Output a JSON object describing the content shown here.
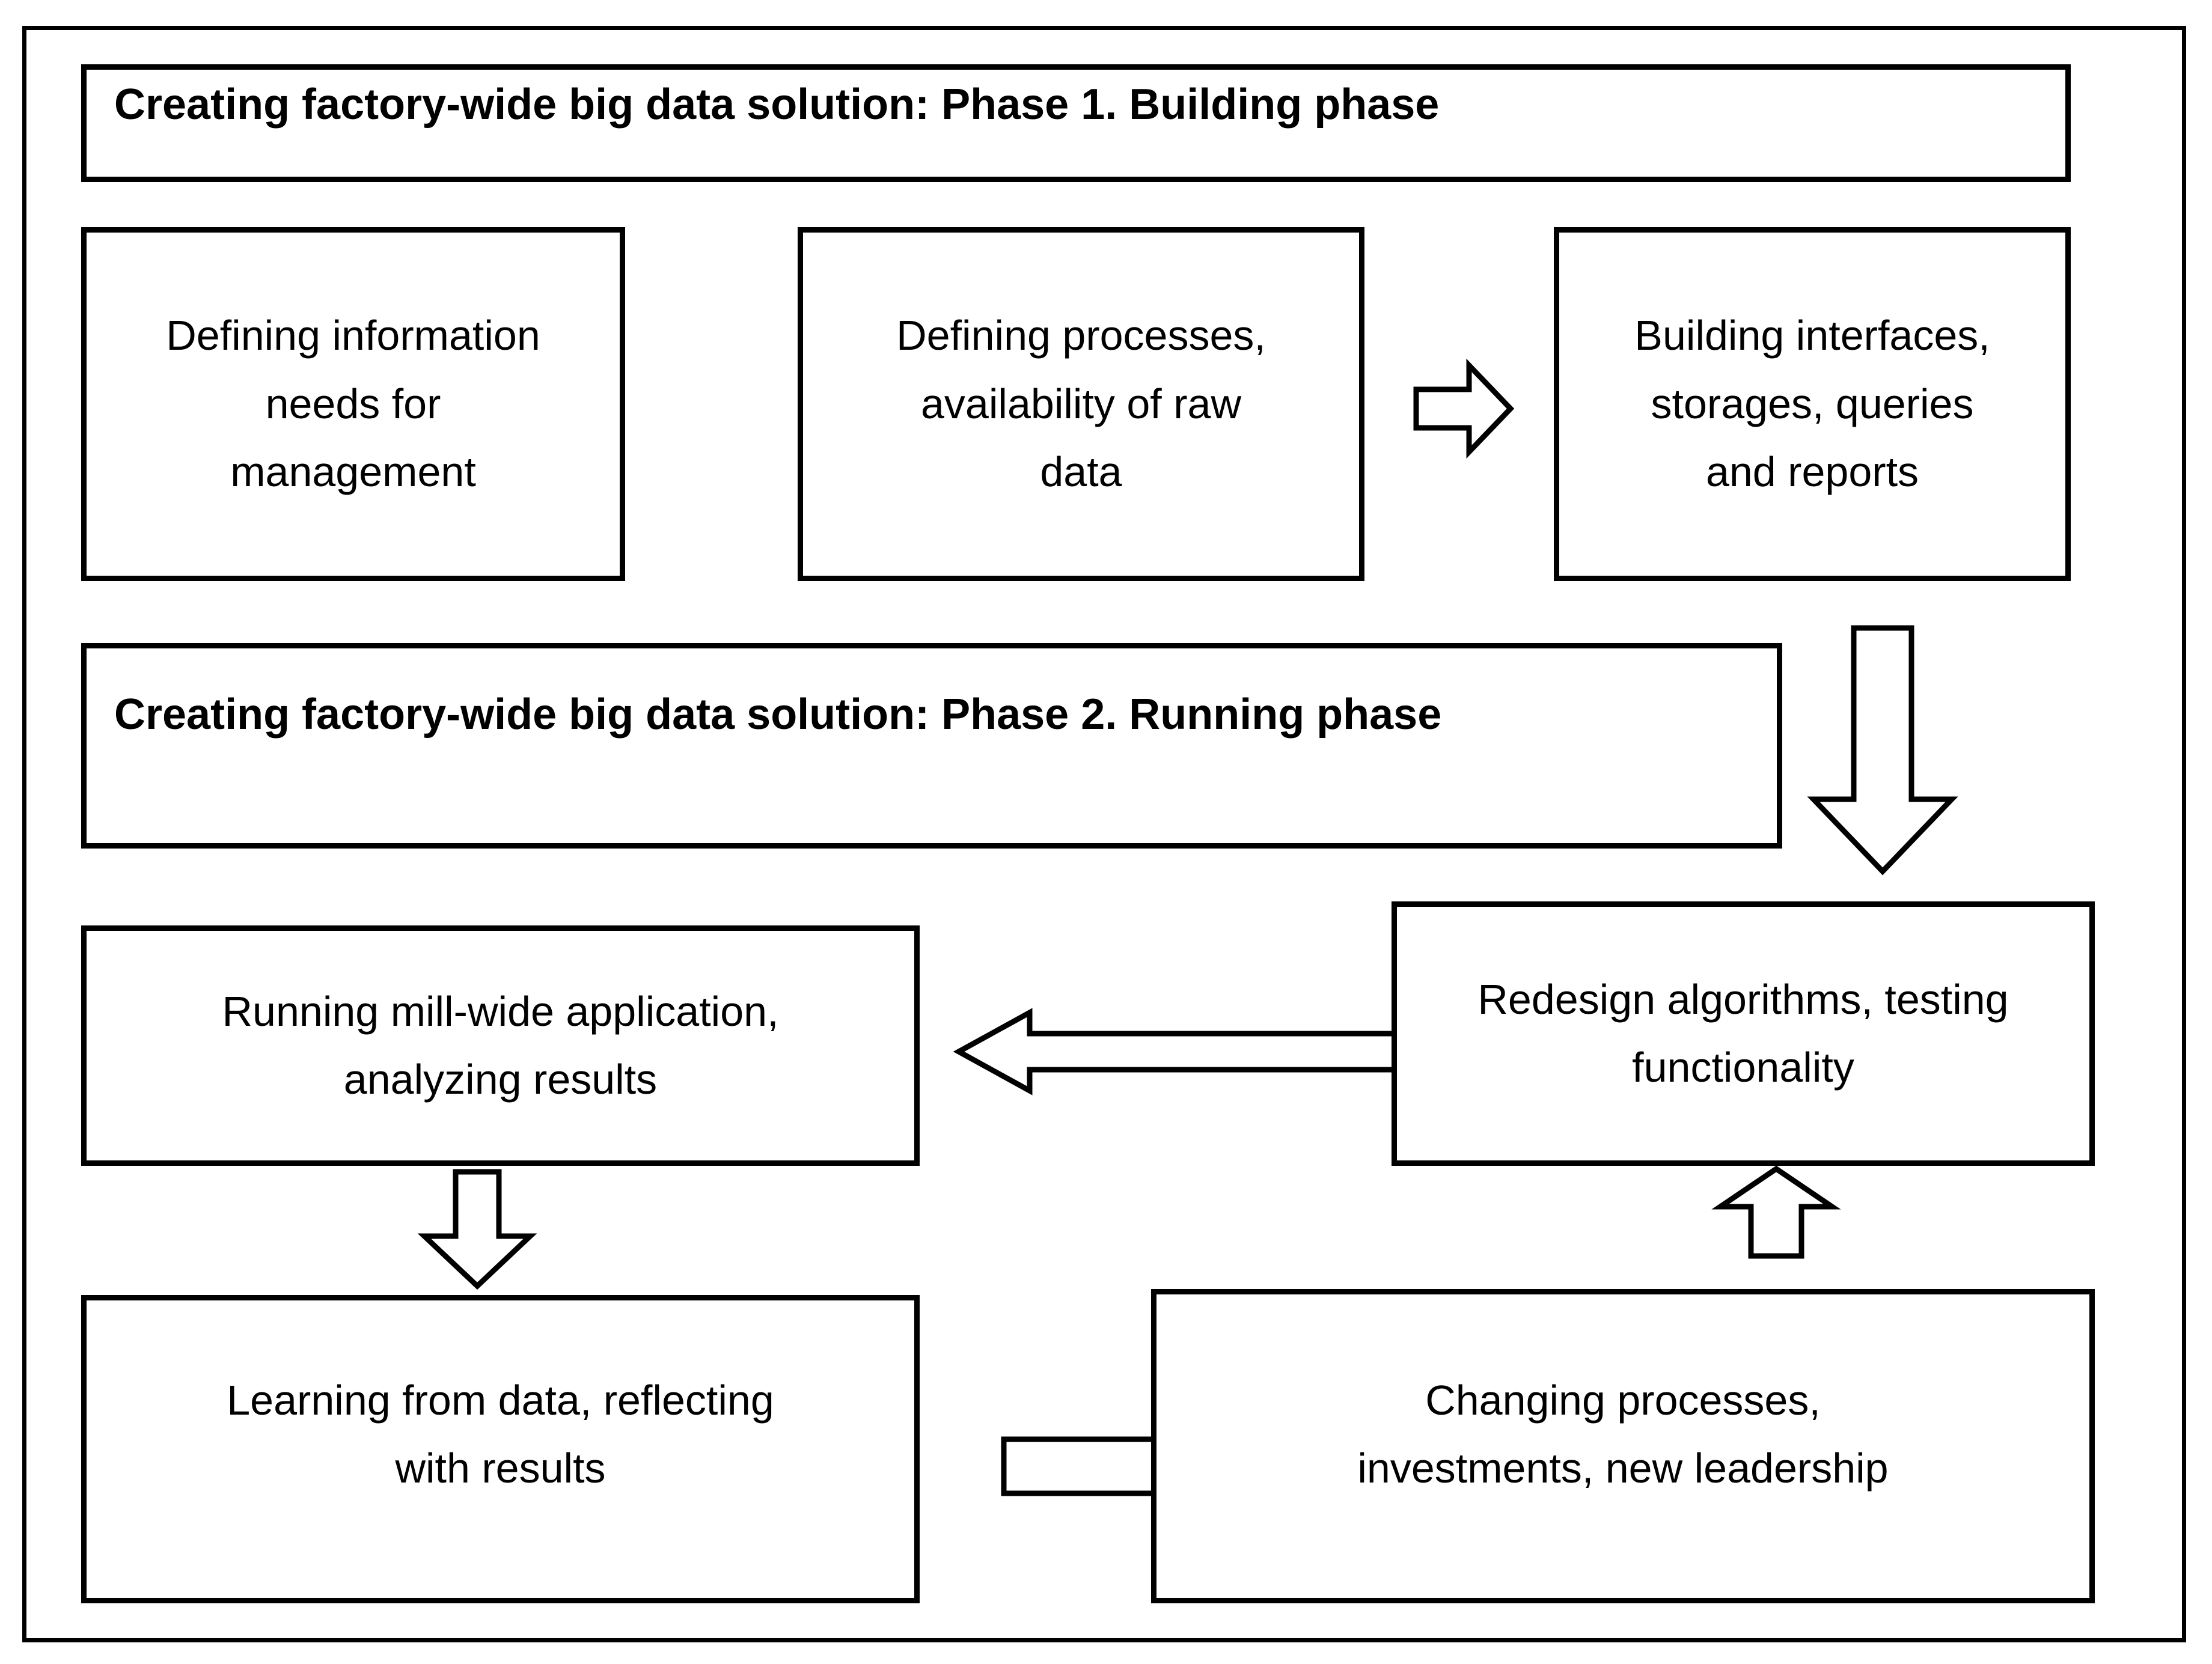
{
  "diagram": {
    "title_phase1": "Creating factory-wide big data solution: Phase 1. Building phase",
    "title_phase2": "Creating factory-wide big data solution: Phase 2. Running phase",
    "boxes": {
      "defining_needs": {
        "line1": "Defining information",
        "line2": "needs for",
        "line3": "management"
      },
      "defining_processes": {
        "line1": "Defining processes,",
        "line2": "availability of raw",
        "line3": "data"
      },
      "building_interfaces": {
        "line1": "Building interfaces,",
        "line2": "storages, queries",
        "line3": "and reports"
      },
      "running_application": {
        "line1": "Running mill-wide application,",
        "line2": "analyzing results"
      },
      "redesign_algorithms": {
        "line1": "Redesign algorithms, testing",
        "line2": "functionality"
      },
      "learning_from_data": {
        "line1": "Learning from data, reflecting",
        "line2": "with results"
      },
      "changing_processes": {
        "line1": "Changing processes,",
        "line2": "investments, new leadership"
      }
    },
    "arrows": {
      "processes_to_interfaces": "arrow-right-icon",
      "interfaces_to_redesign": "arrow-down-icon",
      "redesign_to_running": "arrow-left-icon",
      "running_to_learning": "arrow-down-icon",
      "learning_to_changing": "arrow-right-icon",
      "changing_to_redesign": "arrow-up-icon"
    },
    "colors": {
      "stroke": "#000000",
      "fill": "#ffffff"
    }
  }
}
